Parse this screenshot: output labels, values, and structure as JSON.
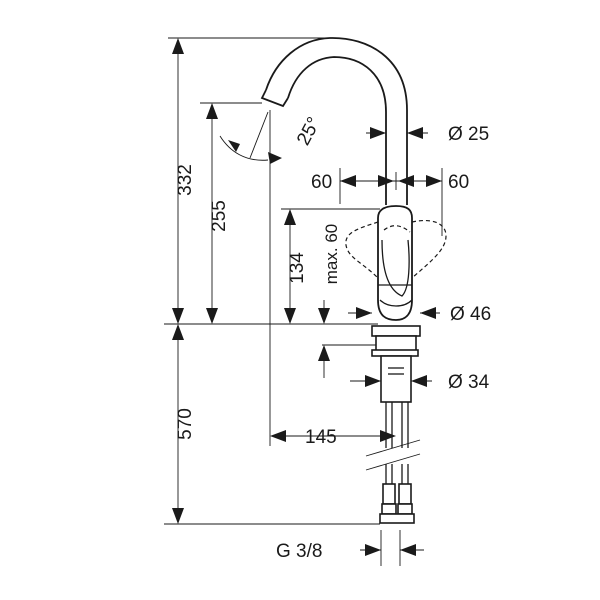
{
  "dimensions": {
    "height_total": "332",
    "height_255": "255",
    "height_134": "134",
    "height_max60": "max. 60",
    "height_570": "570",
    "angle": "25°",
    "dia_spout": "Ø 25",
    "lever_left": "60",
    "lever_right": "60",
    "dia_base": "Ø 46",
    "dia_shank": "Ø 34",
    "reach": "145",
    "thread": "G 3/8"
  }
}
